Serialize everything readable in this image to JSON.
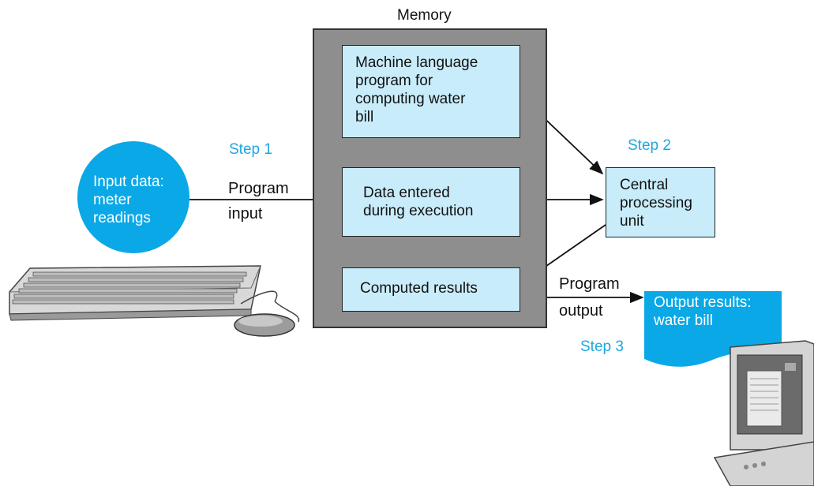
{
  "memory": {
    "title": "Memory",
    "program_box": [
      "Machine language",
      "program for",
      "computing water",
      "bill"
    ],
    "data_box": [
      "Data entered",
      "during execution"
    ],
    "results_box": [
      "Computed results"
    ]
  },
  "input": {
    "lines": [
      "Input data:",
      "meter",
      "readings"
    ]
  },
  "cpu": {
    "lines": [
      "Central",
      "processing",
      "unit"
    ]
  },
  "output": {
    "lines": [
      "Output results:",
      "water bill"
    ]
  },
  "labels": {
    "program_input_1": "Program",
    "program_input_2": "input",
    "program_output_1": "Program",
    "program_output_2": "output"
  },
  "steps": {
    "step1": "Step 1",
    "step2": "Step 2",
    "step3": "Step 3"
  },
  "colors": {
    "accent": "#1ea7e0",
    "box_fill": "#c9ecfb",
    "memory_fill": "#8e8e8e",
    "circle_fill": "#0aa8e6"
  }
}
